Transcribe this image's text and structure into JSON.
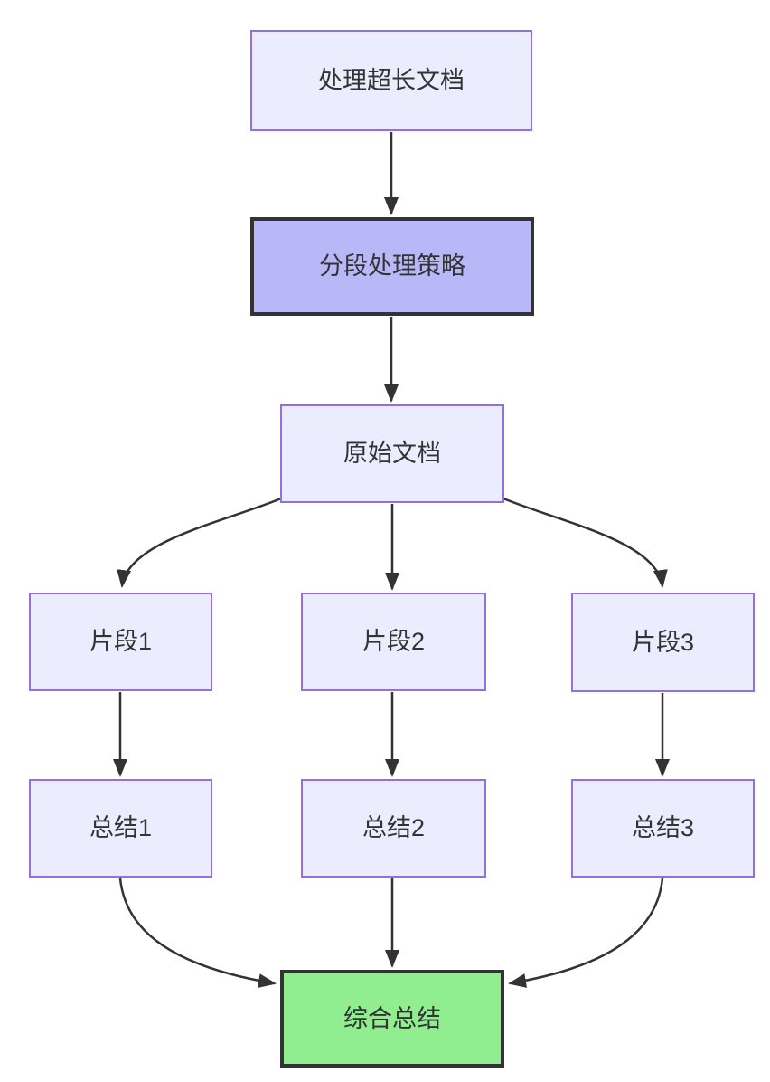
{
  "diagram": {
    "type": "flowchart",
    "direction": "top-down",
    "nodes": [
      {
        "id": "A",
        "label": "处理超长文档",
        "style": "default"
      },
      {
        "id": "B",
        "label": "分段处理策略",
        "style": "highlight-purple"
      },
      {
        "id": "C",
        "label": "原始文档",
        "style": "default"
      },
      {
        "id": "D1",
        "label": "片段1",
        "style": "default"
      },
      {
        "id": "D2",
        "label": "片段2",
        "style": "default"
      },
      {
        "id": "D3",
        "label": "片段3",
        "style": "default"
      },
      {
        "id": "E1",
        "label": "总结1",
        "style": "default"
      },
      {
        "id": "E2",
        "label": "总结2",
        "style": "default"
      },
      {
        "id": "E3",
        "label": "总结3",
        "style": "default"
      },
      {
        "id": "F",
        "label": "综合总结",
        "style": "highlight-green"
      }
    ],
    "edges": [
      {
        "from": "A",
        "to": "B"
      },
      {
        "from": "B",
        "to": "C"
      },
      {
        "from": "C",
        "to": "D1"
      },
      {
        "from": "C",
        "to": "D2"
      },
      {
        "from": "C",
        "to": "D3"
      },
      {
        "from": "D1",
        "to": "E1"
      },
      {
        "from": "D2",
        "to": "E2"
      },
      {
        "from": "D3",
        "to": "E3"
      },
      {
        "from": "E1",
        "to": "F"
      },
      {
        "from": "E2",
        "to": "F"
      },
      {
        "from": "E3",
        "to": "F"
      }
    ],
    "colors": {
      "node_fill": "#ECECFF",
      "node_border": "#9370DB",
      "highlight_purple_fill": "#B8B8F8",
      "highlight_green_fill": "#90EE90",
      "bold_border": "#333333",
      "edge": "#333333",
      "text": "#333333",
      "background": "#FFFFFF"
    }
  }
}
